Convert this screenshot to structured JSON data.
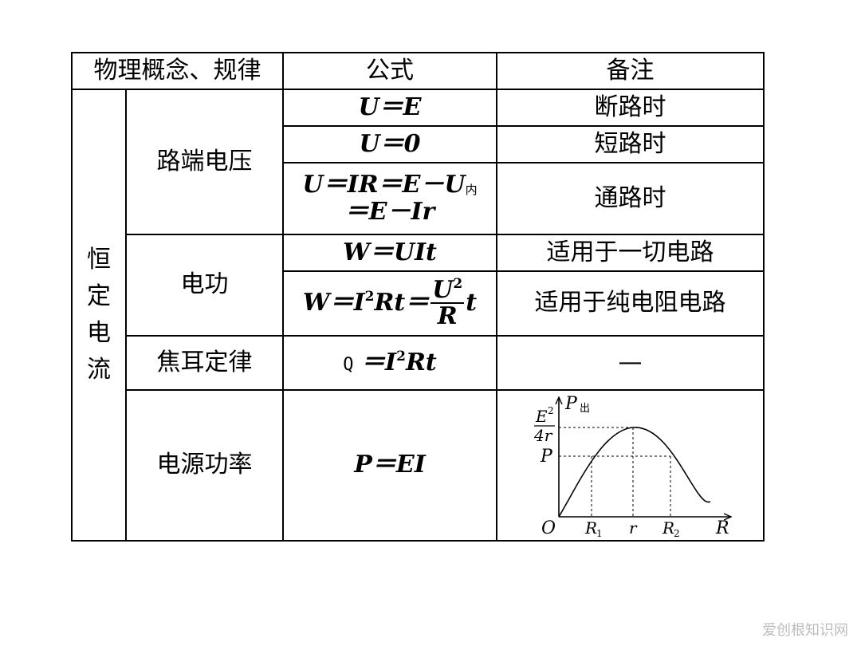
{
  "header": {
    "col_concept": "物理概念、规律",
    "col_formula": "公式",
    "col_note": "备注"
  },
  "group_label": "恒定电流",
  "rows": {
    "terminal_voltage": {
      "label": "路端电压",
      "f1": {
        "formula": "U＝E",
        "note": "断路时"
      },
      "f2": {
        "formula": "U＝0",
        "note": "短路时"
      },
      "f3": {
        "line1": "U＝IR＝E－U",
        "sub": "内",
        "line2": "＝E－Ir",
        "note": "通路时"
      }
    },
    "electric_work": {
      "label": "电功",
      "f1": {
        "formula": "W＝UIt",
        "note": "适用于一切电路"
      },
      "f2": {
        "lhs": "W＝I",
        "exp": "2",
        "mid": "Rt＝",
        "num": "U",
        "num_exp": "2",
        "den": "R",
        "tail": "t",
        "note": "适用于纯电阻电路"
      }
    },
    "joule_law": {
      "label": "焦耳定律",
      "q": "Q",
      "eq": "＝I",
      "exp": "2",
      "rest": "Rt",
      "note": "—"
    },
    "source_power": {
      "label": "电源功率",
      "formula": "P＝EI",
      "graph": {
        "y_axis_label": "P",
        "y_axis_sub": "出",
        "x_axis_label": "R",
        "origin": "O",
        "max_num": "E",
        "max_num_exp": "2",
        "max_den": "4r",
        "level_label": "P",
        "x_ticks": [
          {
            "base": "R",
            "sub": "1"
          },
          {
            "base": "r",
            "sub": ""
          },
          {
            "base": "R",
            "sub": "2"
          }
        ]
      }
    }
  },
  "watermark": "爱创根知识网"
}
